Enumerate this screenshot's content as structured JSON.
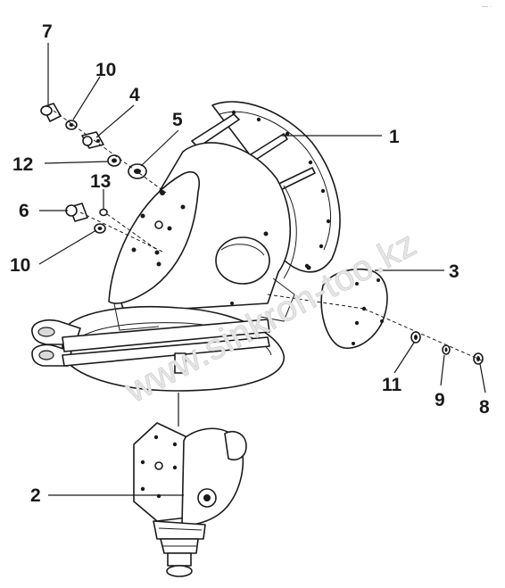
{
  "watermark": "www.sinkron-too.kz",
  "corner_mark": "—  ·",
  "callouts": {
    "c1": "1",
    "c2": "2",
    "c3": "3",
    "c4": "4",
    "c5": "5",
    "c6": "6",
    "c7": "7",
    "c8": "8",
    "c9": "9",
    "c10a": "10",
    "c10b": "10",
    "c11": "11",
    "c12": "12",
    "c13": "13"
  }
}
